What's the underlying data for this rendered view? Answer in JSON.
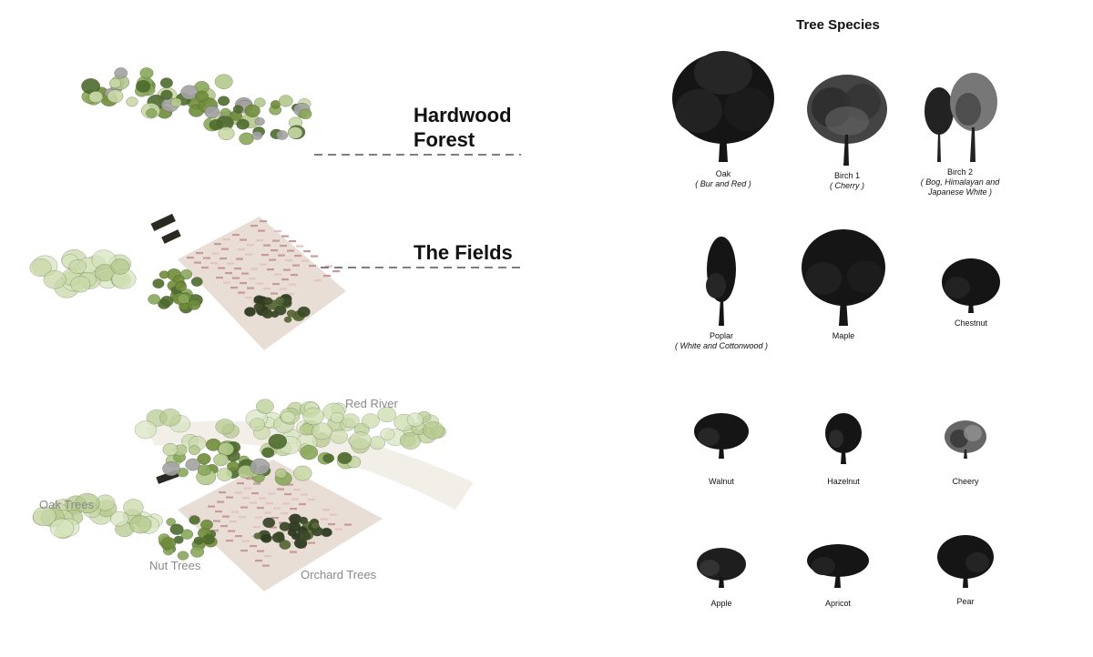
{
  "layers": {
    "hardwood": {
      "title_line1": "Hardwood",
      "title_line2": "Forest"
    },
    "fields": {
      "title": "The Fields"
    }
  },
  "map_labels": {
    "red_river": "Red River",
    "oak_trees": "Oak Trees",
    "nut_trees": "Nut Trees",
    "orchard_trees": "Orchard Trees"
  },
  "species": {
    "title": "Tree Species",
    "items": [
      {
        "name": "Oak",
        "sub": "( Bur and Red )",
        "sub2": "",
        "icon": "oak-tree-icon"
      },
      {
        "name": "Birch 1",
        "sub": "( Cherry )",
        "sub2": "",
        "icon": "birch-tree-icon"
      },
      {
        "name": "Birch 2",
        "sub": "( Bog, Himalayan and",
        "sub2": "Japanese White )",
        "icon": "birch-pair-icon"
      },
      {
        "name": "Poplar",
        "sub": "( White and Cottonwood  )",
        "sub2": "",
        "icon": "poplar-tree-icon"
      },
      {
        "name": "Maple",
        "sub": "",
        "sub2": "",
        "icon": "maple-tree-icon"
      },
      {
        "name": "Chestnut",
        "sub": "",
        "sub2": "",
        "icon": "chestnut-tree-icon"
      },
      {
        "name": "Walnut",
        "sub": "",
        "sub2": "",
        "icon": "walnut-tree-icon"
      },
      {
        "name": "Hazelnut",
        "sub": "",
        "sub2": "",
        "icon": "hazelnut-tree-icon"
      },
      {
        "name": "Cheery",
        "sub": "",
        "sub2": "",
        "icon": "cherry-tree-icon"
      },
      {
        "name": "Apple",
        "sub": "",
        "sub2": "",
        "icon": "apple-tree-icon"
      },
      {
        "name": "Apricot",
        "sub": "",
        "sub2": "",
        "icon": "apricot-tree-icon"
      },
      {
        "name": "Pear",
        "sub": "",
        "sub2": "",
        "icon": "pear-tree-icon"
      }
    ]
  },
  "colors": {
    "dark_green": "#4e6b2e",
    "light_green": "#c9d9a8",
    "field_pink": "#c99a9a",
    "field_base": "#e4d6cc",
    "tree_black": "#151515"
  }
}
